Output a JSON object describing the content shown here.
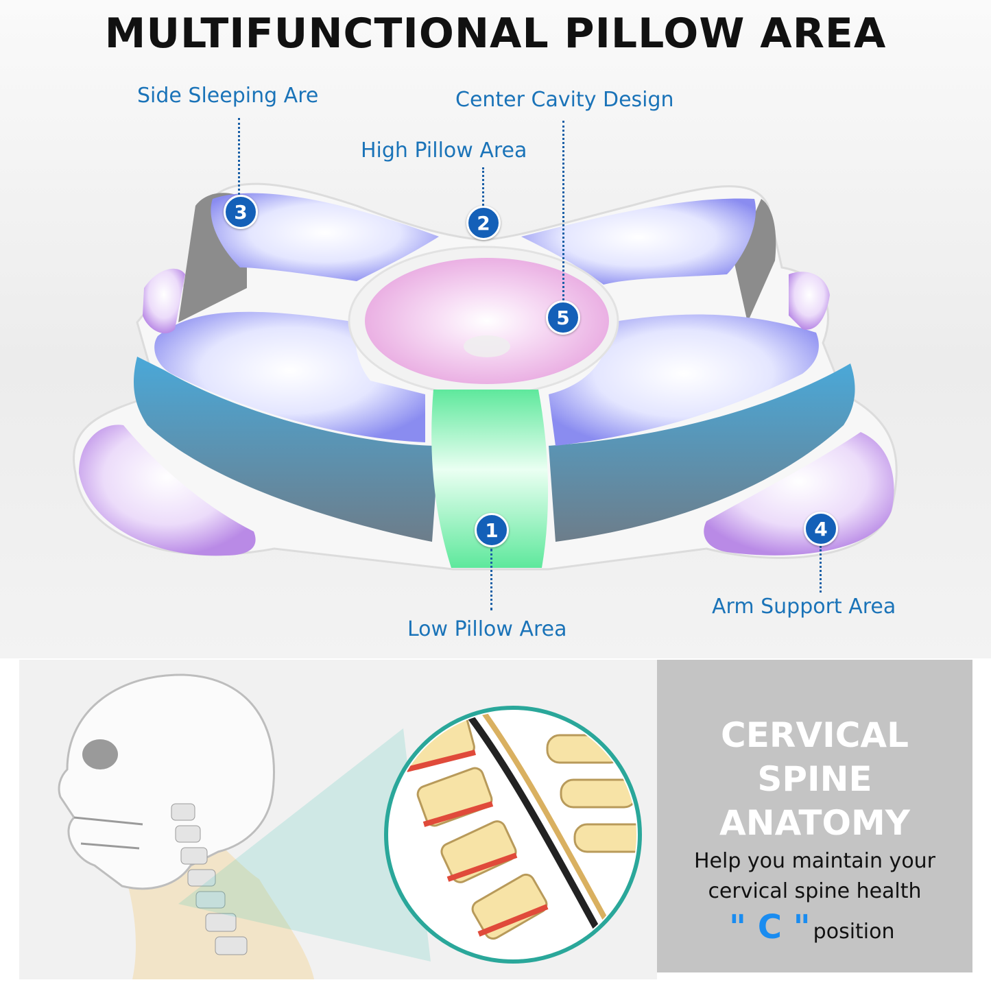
{
  "title": "MULTIFUNCTIONAL PILLOW AREA",
  "labels": {
    "side": "Side Sleeping Are",
    "center": "Center Cavity Design",
    "high": "High Pillow Area",
    "low": "Low Pillow Area",
    "arm": "Arm Support Area"
  },
  "badges": {
    "b1": "1",
    "b2": "2",
    "b3": "3",
    "b4": "4",
    "b5": "5"
  },
  "panel": {
    "title_lines": [
      "CERVICAL",
      "SPINE",
      "ANATOMY"
    ],
    "body_lines": [
      "Help you maintain your",
      "cervical spine health"
    ],
    "c_mark": "\" C \"",
    "c_word": "position"
  },
  "colors": {
    "label_blue": "#1a73b8",
    "badge_blue": "#1460b8",
    "side_zone": "#8a8cf0",
    "center_zone": "#f0b8e8",
    "low_zone": "#7ef0b0",
    "arm_zone": "#c49ae8",
    "side_wall": "#4aa8d8",
    "panel_bg": "#c4c4c4",
    "accent_c": "#1a8cf0"
  }
}
